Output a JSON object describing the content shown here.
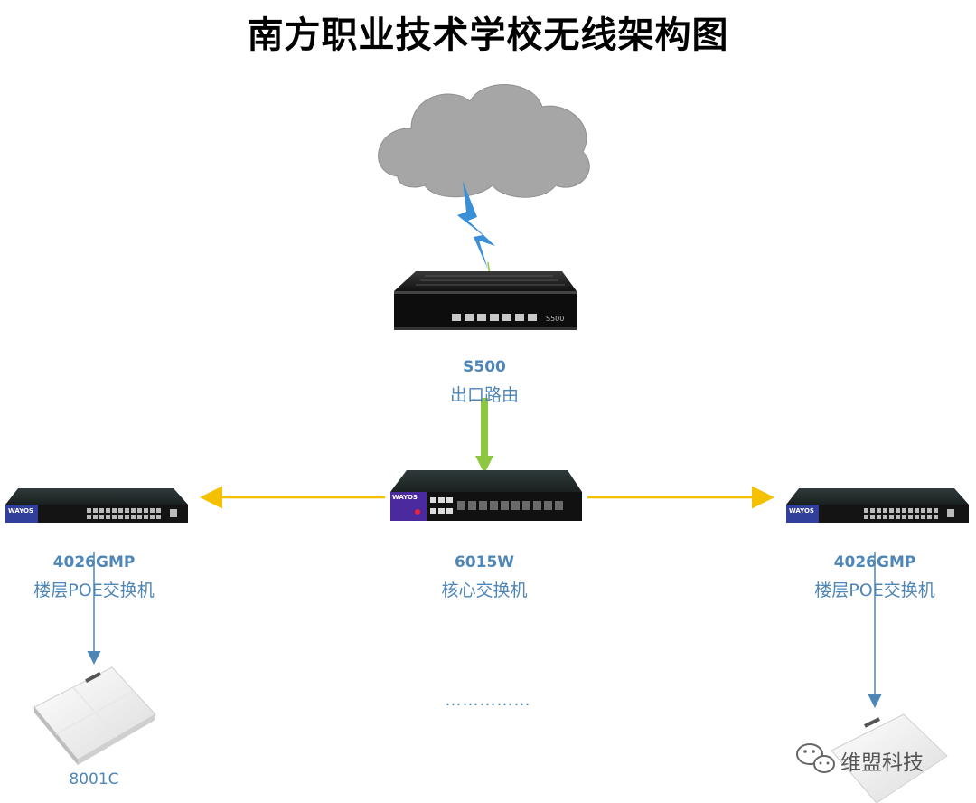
{
  "title": "南方职业技术学校无线架构图",
  "router": {
    "model": "S500",
    "role": "出口路由",
    "panel_text": "S500"
  },
  "core": {
    "model": "6015W",
    "role": "核心交换机"
  },
  "left_switch": {
    "model": "4026GMP",
    "role": "楼层POE交换机"
  },
  "right_switch": {
    "model": "4026GMP",
    "role": "楼层POE交换机"
  },
  "left_ap": {
    "model": "8001C"
  },
  "ellipsis": "……………",
  "watermark": "维盟科技",
  "brand_label": "WAYOS",
  "colors": {
    "accent_text": "#4f86b8",
    "uplink": "#8dc63f",
    "downlink": "#f5c000",
    "ap_link": "#4f86b8",
    "lightning": "#3b8fd6",
    "cloud": "#a6a6a6"
  }
}
